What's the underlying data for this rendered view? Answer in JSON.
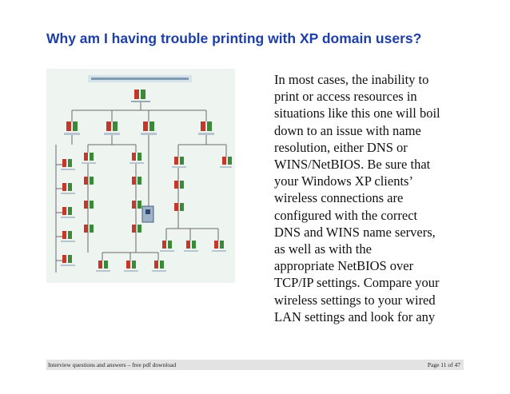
{
  "slide": {
    "title": "Why am I having trouble printing with XP domain users?",
    "body_lines": [
      "In most cases, the inability to",
      "print or access resources in",
      "situations like this one will boil",
      "down to an issue with name",
      "resolution, either DNS or",
      "WINS/NetBIOS. Be sure that",
      "your Windows XP clients’",
      "wireless connections are",
      "configured with the correct",
      "DNS and WINS name servers,",
      "as well as with the",
      "appropriate NetBIOS over",
      "TCP/IP settings. Compare your",
      "wireless settings to your wired",
      "LAN settings and look for any"
    ]
  },
  "footer": {
    "left": "Interview questions and answers – free pdf download",
    "right": "Page 11 of 47"
  },
  "colors": {
    "title": "#1f3fa8",
    "diagram_bg": "#eef4f0",
    "node_red": "#c0392b",
    "node_green": "#3a8a3a",
    "line": "#6a6a6a",
    "footer_bg": "#e3e3e3"
  }
}
